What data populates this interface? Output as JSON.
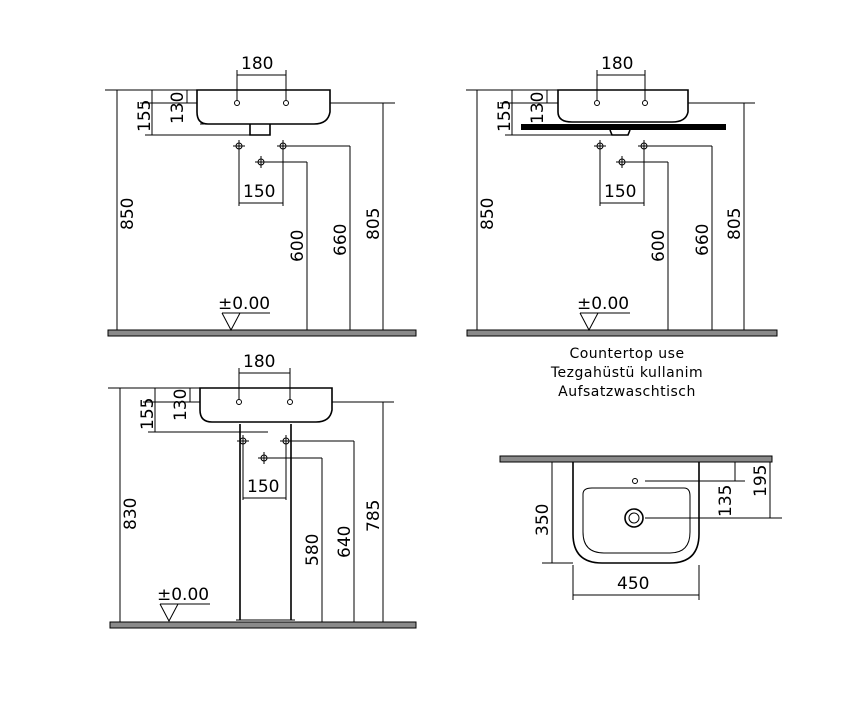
{
  "view_top_left": {
    "dims": {
      "hole_spacing": "180",
      "basin_155": "155",
      "basin_130": "130",
      "total_height": "850",
      "waste_spacing": "150",
      "h600": "600",
      "h660": "660",
      "h805": "805",
      "datum": "±0.00"
    }
  },
  "view_top_right": {
    "dims": {
      "hole_spacing": "180",
      "basin_155": "155",
      "basin_130": "130",
      "total_height": "850",
      "waste_spacing": "150",
      "h600": "600",
      "h660": "660",
      "h805": "805",
      "datum": "±0.00"
    },
    "caption": [
      "Countertop use",
      "Tezgahüstü kullanim",
      "Aufsatzwaschtisch"
    ]
  },
  "view_bottom_left": {
    "dims": {
      "hole_spacing": "180",
      "basin_155": "155",
      "basin_130": "130",
      "total_height": "830",
      "waste_spacing": "150",
      "h580": "580",
      "h640": "640",
      "h785": "785",
      "datum": "±0.00"
    }
  },
  "view_plan": {
    "dims": {
      "depth": "350",
      "tap_offset": "135",
      "waste_offset": "195",
      "width": "450"
    }
  }
}
